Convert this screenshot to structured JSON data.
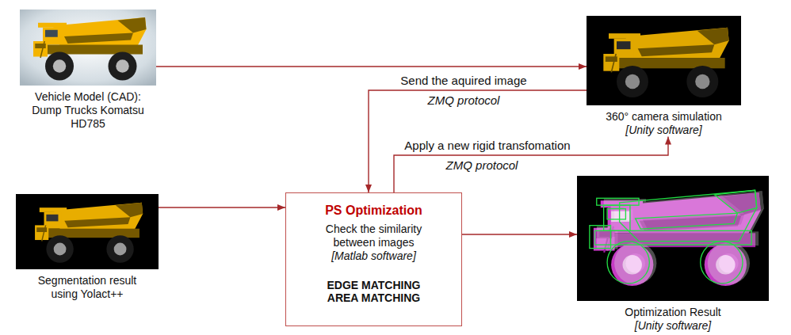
{
  "diagram": {
    "nodes": [
      {
        "text": [
          "Vehicle Model (CAD): Dump Trucks Komatsu HD785"
        ]
      },
      {
        "text": [
          "360° camera simulation",
          "[Unity software]"
        ]
      },
      {
        "text": [
          "Segmentation result using Yolact++"
        ]
      },
      {
        "text": [
          "PS Optimization",
          "Check the similarity between images",
          "[Matlab software]",
          "EDGE MATCHING",
          "AREA MATCHING"
        ]
      },
      {
        "text": [
          "Optimization Result",
          "[Unity software]"
        ]
      }
    ],
    "edges": [
      {
        "from": 0,
        "to": 1,
        "arrow": "to"
      },
      {
        "from": 1,
        "to": 3,
        "label": "Send the aquired image",
        "arrow": "to"
      },
      {
        "from": 3,
        "to": 1,
        "label": "Apply a new rigid transfomation",
        "arrow": "to"
      },
      {
        "from": 2,
        "to": 3,
        "arrow": "to"
      },
      {
        "from": 3,
        "to": 4,
        "arrow": "to"
      }
    ],
    "labels": [
      "ZMQ protocol",
      "ZMQ protocol"
    ]
  }
}
